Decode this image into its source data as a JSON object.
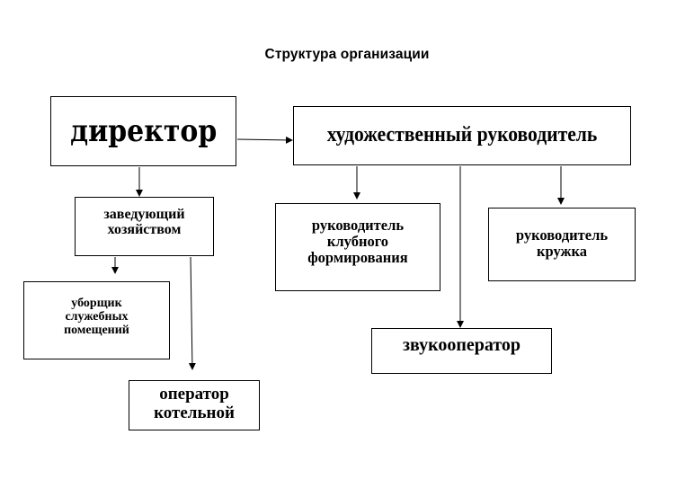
{
  "title": "Структура организации",
  "nodes": {
    "director": "директор",
    "art_director": "художественный руководитель",
    "head_household": "заведующий\nхозяйством",
    "club_head": "руководитель\nклубного\nформирования",
    "circle_head": "руководитель\nкружка",
    "cleaner": "уборщик\nслужебных\nпомещений",
    "sound_engineer": "звукооператор",
    "boiler_operator": "оператор\nкотельной"
  },
  "colors": {
    "line": "#000000",
    "background": "#ffffff"
  }
}
